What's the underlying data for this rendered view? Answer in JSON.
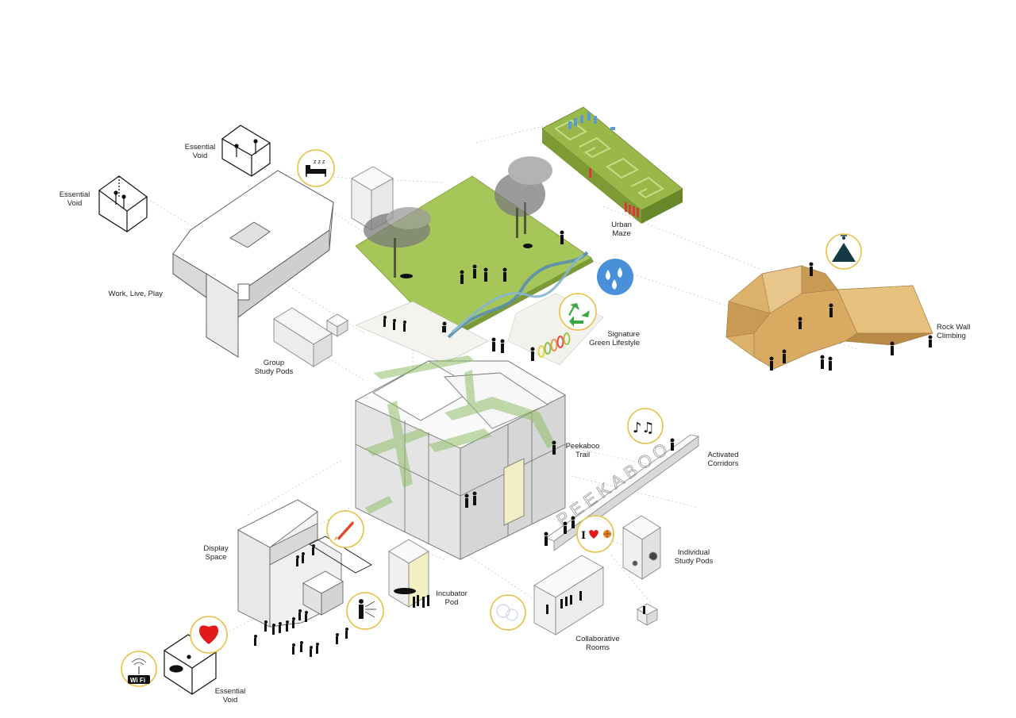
{
  "labels": {
    "essential_void_top_a": [
      "Essential",
      "Void"
    ],
    "essential_void_top_b": [
      "Essential",
      "Void"
    ],
    "work_live_play": [
      "Work, Live, Play"
    ],
    "group_study_pods": [
      "Group",
      "Study Pods"
    ],
    "urban_maze": [
      "Urban",
      "Maze"
    ],
    "signature_green": [
      "Signature",
      "Green Lifestyle"
    ],
    "rock_wall": [
      "Rock Wall",
      "Climbing"
    ],
    "peekaboo_trail": [
      "Peekaboo",
      "Trail"
    ],
    "activated_corridors": [
      "Activated",
      "Corridors"
    ],
    "display_space": [
      "Display",
      "Space"
    ],
    "individual_study_pods": [
      "Individual",
      "Study Pods"
    ],
    "incubator_pod": [
      "Incubator",
      "Pod"
    ],
    "collaborative_rooms": [
      "Collaborative",
      "Rooms"
    ],
    "essential_void_bottom": [
      "Essential",
      "Void"
    ]
  },
  "signs": {
    "wifi": "Wi Fi",
    "i_love": "I",
    "sleep": "z z z",
    "corridor_text": "PEEKABOO"
  },
  "icons": [
    "sleep-bed-icon",
    "water-drops-icon",
    "recycle-icon",
    "mountain-climber-icon",
    "music-notes-icon",
    "rocket-icon",
    "i-love-basketball-icon",
    "network-person-icon",
    "bubbles-icon",
    "heart-icon",
    "wifi-icon"
  ],
  "colors": {
    "lawn": "#a7c65a",
    "maze": "#8aa83c",
    "rock": "#dcb16a",
    "trail": "#8fbf6a",
    "stream": "#5b8fb0",
    "icon_ring": "#e8c14a",
    "drop_blue": "#4a90d9",
    "recycle_green": "#3aa845",
    "heart_red": "#e11b1b",
    "pod_yellow": "#f3efc4"
  }
}
